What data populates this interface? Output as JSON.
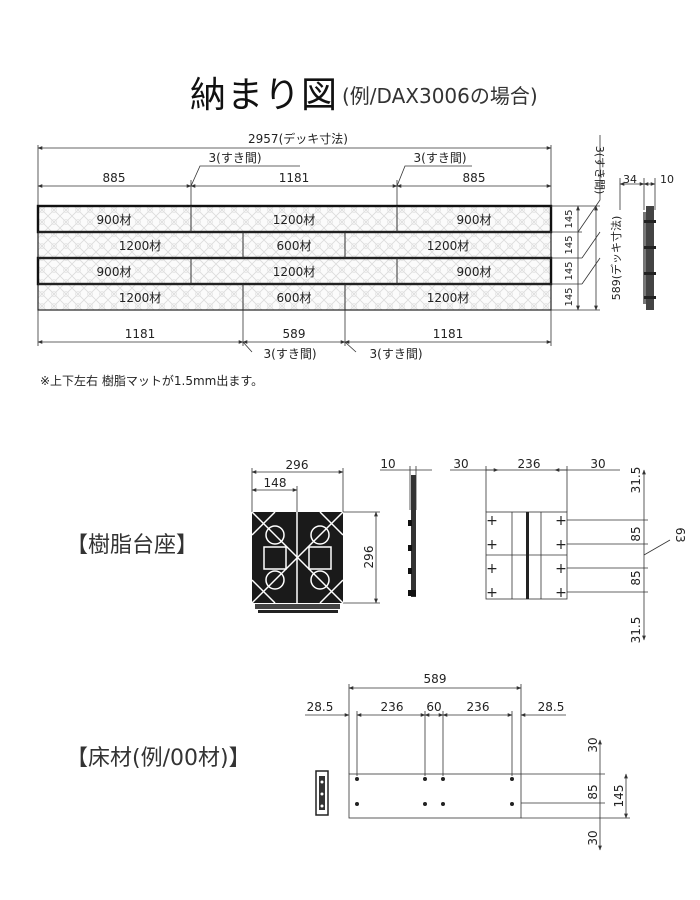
{
  "title": "納まり図",
  "subtitle": "(例/DAX3006の場合)",
  "plan": {
    "overall_width": "2957",
    "overall_suffix": "(デッキ寸法)",
    "gap_label": "3(すき間)",
    "top_dims": [
      "885",
      "1181",
      "885"
    ],
    "bottom_dims": [
      "1181",
      "589",
      "1181"
    ],
    "row_height": "145",
    "depth": "589",
    "depth_suffix": "(デッキ寸法)",
    "right_top_dims": [
      "34",
      "10"
    ],
    "rows": [
      [
        "900材",
        "1200材",
        "900材"
      ],
      [
        "1200材",
        "600材",
        "1200材"
      ],
      [
        "900材",
        "1200材",
        "900材"
      ],
      [
        "1200材",
        "600材",
        "1200材"
      ]
    ]
  },
  "note": "※上下左右 樹脂マットが1.5mm出ます。",
  "base": {
    "label": "【樹脂台座】",
    "width": "296",
    "inner": "148",
    "height": "296",
    "side_thickness": "10",
    "top_dims": [
      "30",
      "236",
      "30"
    ],
    "right_dims": [
      "31.5",
      "85",
      "85",
      "31.5"
    ],
    "slant_dim": "63"
  },
  "floor": {
    "label": "【床材(例/00材)】",
    "width": "589",
    "top_dims": [
      "28.5",
      "236",
      "60",
      "236",
      "28.5"
    ],
    "right_dims": [
      "30",
      "85",
      "30"
    ],
    "height": "145"
  }
}
